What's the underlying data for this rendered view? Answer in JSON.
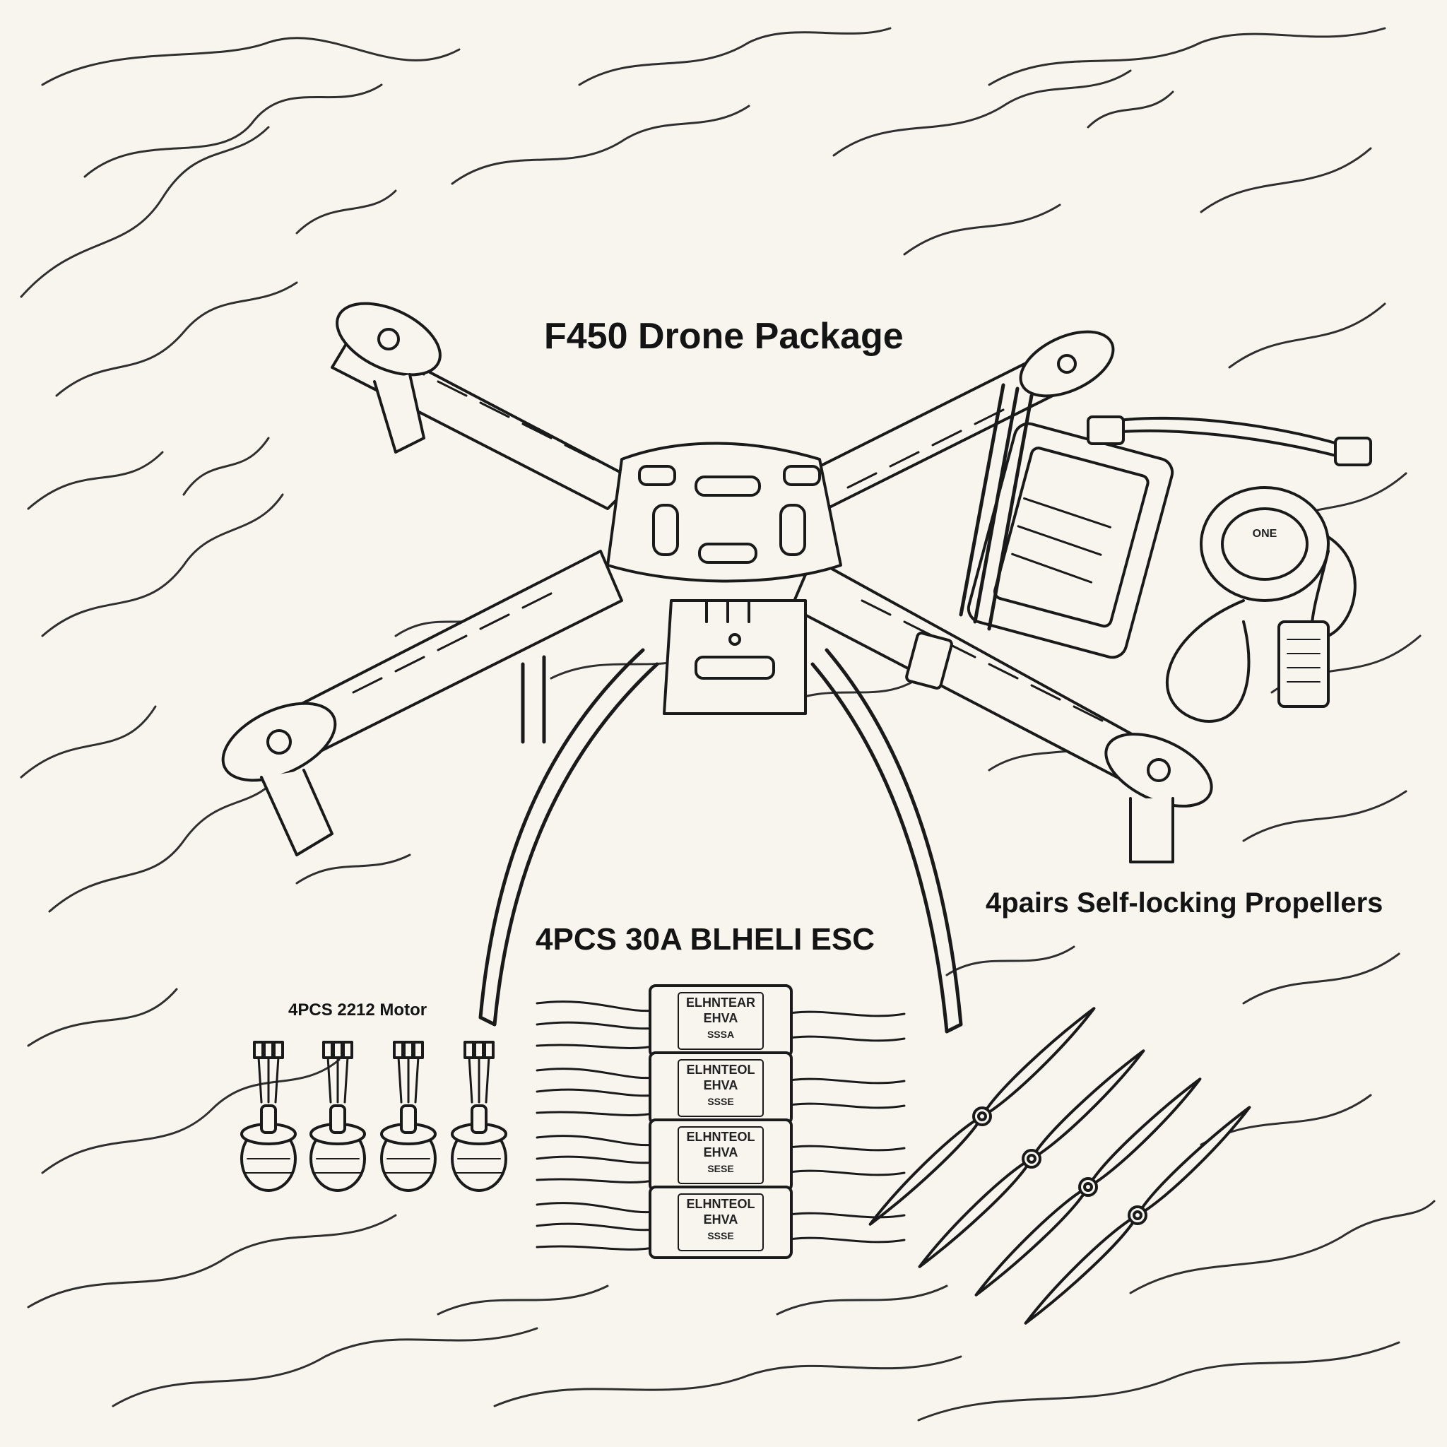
{
  "title": "F450 Drone Package",
  "labels": {
    "esc": "4PCS 30A BLHELI ESC",
    "propellers": "4pairs Self-locking Propellers",
    "motors": "4PCS 2212 Motor"
  },
  "esc_stickers": [
    [
      "ELHNTEAR",
      "EHVA",
      "SSSA"
    ],
    [
      "ELHNTEOL",
      "EHVA",
      "SSSE"
    ],
    [
      "ELHNTEOL",
      "EHVA",
      "SESE"
    ],
    [
      "ELHNTEOL",
      "EHVA",
      "SSSE"
    ]
  ],
  "gps_label": "ONE",
  "colors": {
    "ink": "#141414",
    "paper": "#f7f5ee"
  }
}
